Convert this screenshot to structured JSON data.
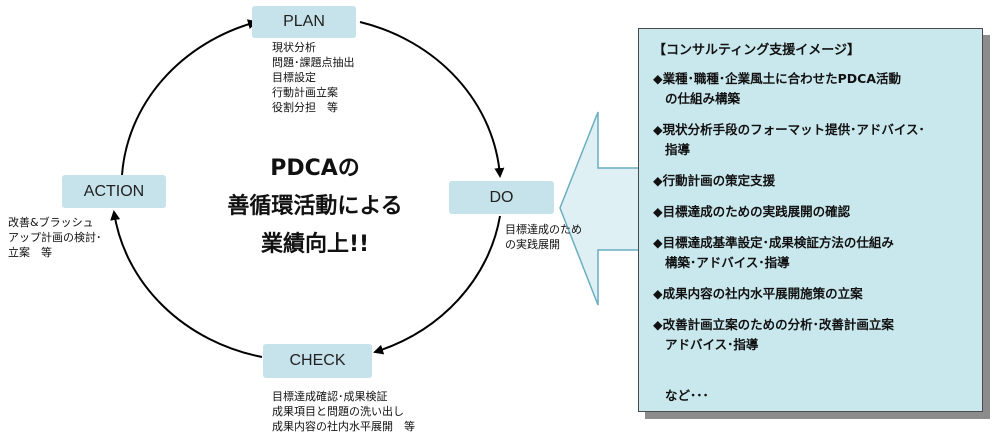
{
  "stages": {
    "plan": "PLAN",
    "do": "DO",
    "check": "CHECK",
    "action": "ACTION"
  },
  "plan_notes": [
    "現状分析",
    "問題･課題点抽出",
    "目標設定",
    "行動計画立案",
    "役割分担　等"
  ],
  "do_notes": [
    "目標達成のため",
    "の実践展開"
  ],
  "check_notes": [
    "目標達成確認･成果検証",
    "成果項目と問題の洗い出し",
    "成果内容の社内水平展開　等"
  ],
  "action_notes": [
    "改善&ブラッシュ",
    "アップ計画の検討･",
    "立案　等"
  ],
  "center_title": [
    "PDCAの",
    "善循環活動による",
    "業績向上!!"
  ],
  "panel": {
    "title": "【コンサルティング支援イメージ】",
    "items": [
      [
        "◆業種･職種･企業風土に合わせたPDCA活動",
        "の仕組み構築"
      ],
      [
        "◆現状分析手段のフォーマット提供･アドバイス･",
        "指導"
      ],
      [
        "◆行動計画の策定支援"
      ],
      [
        "◆目標達成のための実践展開の確認"
      ],
      [
        "◆目標達成基準設定･成果検証方法の仕組み",
        "構築･アドバイス･指導"
      ],
      [
        "◆成果内容の社内水平展開施策の立案"
      ],
      [
        "◆改善計画立案のための分析･改善計画立案",
        "アドバイス･指導"
      ]
    ],
    "etc": "など･･･"
  },
  "colors": {
    "stage_fill": "#c6e2ea",
    "panel_fill": "#c9e8ee",
    "arrow_fill": "#dff0f4",
    "arrow_stroke": "#6aaec0"
  }
}
